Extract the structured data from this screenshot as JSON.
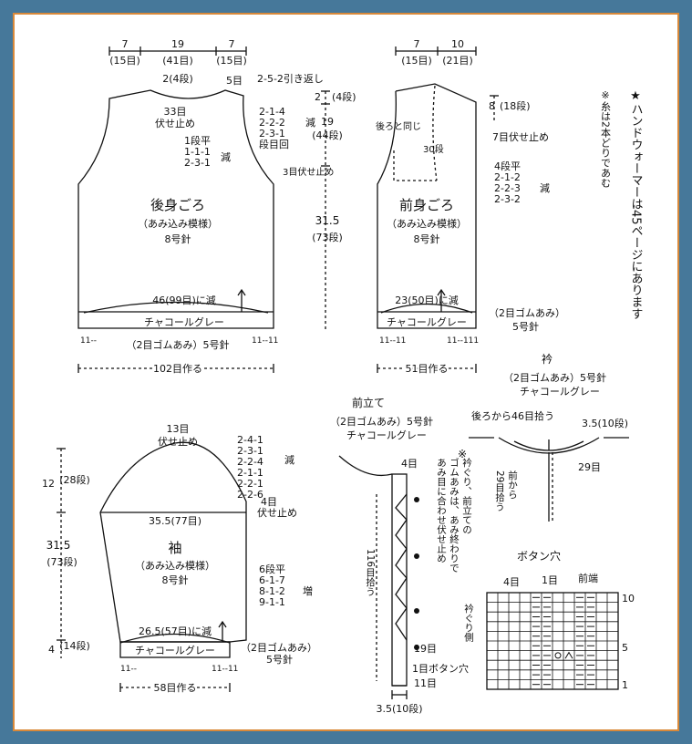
{
  "colors": {
    "frame": "#46789a",
    "border": "#d9893a",
    "ink": "#111111",
    "paper": "#ffffff"
  },
  "back": {
    "top_dims": [
      "7",
      "19",
      "7"
    ],
    "top_sts": [
      "(15目)",
      "(41目)",
      "(15目)"
    ],
    "neck_rows": "2(4段)",
    "five_sts": "5目",
    "shoulder_sr": "2-5-2引き返し",
    "neck_bo": "33目",
    "neck_bo2": "伏せ止め",
    "neck_dec": [
      "2-1-4",
      "2-2-2",
      "2-3-1"
    ],
    "neck_dec_word": "減",
    "each_side": "段目回",
    "straight": "1段平",
    "arm_dec": [
      "1-1-1",
      "2-3-1"
    ],
    "arm_dec_word": "減",
    "armhole_bo": "3目伏せ止め",
    "title": "後身ごろ",
    "pattern": "（あみ込み模様）",
    "needle": "8号針",
    "dec_line": "46(99目)に減",
    "ribbing_color": "チャコールグレー",
    "rib_marks_left": "11--",
    "rib_marks_right": "11--11",
    "ribbing": "（2目ゴムあみ）5号針",
    "cast_on": "102目作る"
  },
  "vertical": {
    "top": "2",
    "top_rows": "(4段)",
    "mid": "19",
    "mid_rows": "(44段)",
    "body": "31.5",
    "body_rows": "(73段)"
  },
  "front": {
    "top_dims": [
      "7",
      "10"
    ],
    "top_sts": [
      "(15目)",
      "(21目)"
    ],
    "shoulder_rows": "8",
    "shoulder_rows2": "(18段)",
    "same_as_back": "後ろと同じ",
    "seven_bo": "7目伏せ止め",
    "neck_rows": "30段",
    "straight": "4段平",
    "neck_dec": [
      "2-1-2",
      "2-2-3",
      "2-3-2"
    ],
    "neck_dec_word": "減",
    "title": "前身ごろ",
    "pattern": "（あみ込み模様）",
    "needle": "8号針",
    "dec_line": "23(50目)に減",
    "ribbing_color": "チャコールグレー",
    "ribbing": "（2目ゴムあみ）",
    "ribbing_needle": "5号針",
    "rib_marks_left": "11--11",
    "rib_marks_right": "11--111",
    "cast_on": "51目作る"
  },
  "notes": {
    "hand_warmer": "★ハンドウォーマーは45ページにあります",
    "yarn": "※糸は2本どりであむ"
  },
  "sleeve": {
    "top_sts": "13目",
    "top_bo": "伏せ止め",
    "cap_dec": [
      "2-4-1",
      "2-3-1",
      "2-2-4",
      "2-1-1",
      "2-2-1",
      "2-2-6"
    ],
    "cap_dec_word": "減",
    "cap_rows": "12",
    "cap_rows2": "(28段)",
    "width": "35.5(77目)",
    "four_bo": "4目",
    "four_bo2": "伏せ止め",
    "title": "袖",
    "pattern": "（あみ込み模様）",
    "needle": "8号針",
    "len": "31.5",
    "len2": "(73段)",
    "inc": [
      "6段平",
      "6-1-7",
      "8-1-2",
      "9-1-1"
    ],
    "inc_word": "増",
    "dec_line": "26.5(57目)に減",
    "ribbing_color": "チャコールグレー",
    "cuff": "4",
    "cuff_rows": "(14段)",
    "ribbing": "（2目ゴムあみ）",
    "ribbing_needle": "5号針",
    "rib_marks_left": "11--",
    "rib_marks_right": "11--11",
    "cast_on": "58目作る"
  },
  "band": {
    "title": "前立て",
    "ribbing": "（2目ゴムあみ）5号針",
    "color": "チャコールグレー",
    "four_sts": "4目",
    "note": [
      "※",
      "衿ぐり、前立ての",
      "ゴムあみは、あみ終わりで",
      "あみ目に合わせ伏せ止め"
    ],
    "pick_up": "116目拾う",
    "nineteen": "19目",
    "bh": "1目ボタン穴",
    "eleven": "11目",
    "width": "3.5(10段)"
  },
  "collar": {
    "title": "衿",
    "ribbing": "（2目ゴムあみ）5号針",
    "color": "チャコールグレー",
    "from_back": "後ろから46目拾う",
    "width": "3.5(10段)",
    "from_front": [
      "前から",
      "29目拾う"
    ],
    "twentynine": "29目"
  },
  "buttonhole": {
    "title": "ボタン穴",
    "four": "4目",
    "one": "1目",
    "front_edge": "前端",
    "neck_side": "衿ぐり側",
    "rows": [
      "10",
      "5",
      "1"
    ]
  }
}
